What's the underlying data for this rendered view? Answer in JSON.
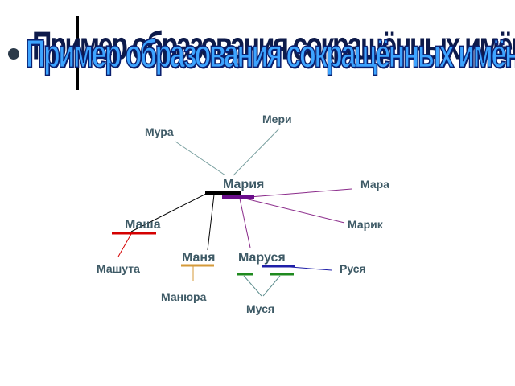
{
  "title": "Пример образования сокращённых имён",
  "nodes": {
    "maria": "Мария",
    "mura": "Мура",
    "meri": "Мери",
    "mara": "Мара",
    "marik": "Марик",
    "masha": "Маша",
    "mashuta": "Машута",
    "manya": "Маня",
    "manyura": "Манюра",
    "marusya": "Маруся",
    "rusya": "Руся",
    "musya": "Муся"
  },
  "colors": {
    "title_fill": "#3da4ff",
    "title_outline": "#0a1f6e",
    "label_text": "#3e5a66",
    "maria_marker": "#000000",
    "maria_accent": "#6a0d8a",
    "masha_marker": "#d40000",
    "manya_marker": "#d49a3a",
    "marusya_marker": "#1f1fa8",
    "musya_marker": "#1f8a1f"
  }
}
